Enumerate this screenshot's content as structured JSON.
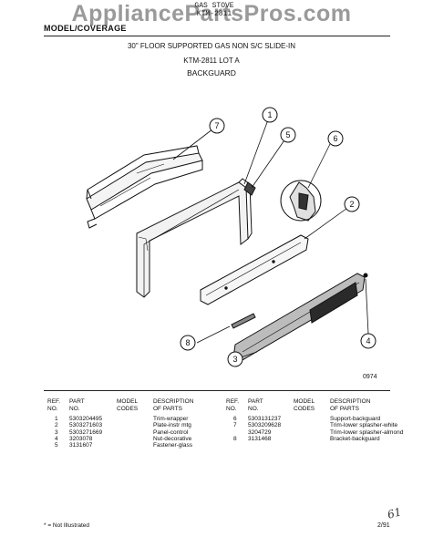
{
  "watermark": "AppliancePartsPros.com",
  "header": {
    "doc_type": "GAS STOVE",
    "model_number": "KTM-2811",
    "model_line": "MODEL/COVERAGE",
    "description": "30\" FLOOR SUPPORTED GAS NON S/C SLIDE-IN",
    "lot": "KTM-2811 LOT A",
    "section": "BACKGUARD"
  },
  "diagram": {
    "reference_code": "0974",
    "callouts": [
      "1",
      "2",
      "3",
      "4",
      "5",
      "6",
      "7",
      "8"
    ]
  },
  "table_headers": {
    "ref_no": [
      "REF.",
      "NO."
    ],
    "part_no": [
      "PART",
      "NO."
    ],
    "model_codes": [
      "MODEL",
      "CODES"
    ],
    "description": [
      "DESCRIPTION",
      "OF PARTS"
    ]
  },
  "parts_left": [
    {
      "ref": "1",
      "part": "5303204495",
      "codes": "",
      "desc": "Trim-wrapper"
    },
    {
      "ref": "2",
      "part": "5303271603",
      "codes": "",
      "desc": "Plate-instr mtg"
    },
    {
      "ref": "3",
      "part": "5303271669",
      "codes": "",
      "desc": "Panel-control"
    },
    {
      "ref": "4",
      "part": "3203078",
      "codes": "",
      "desc": "Nut-decorative"
    },
    {
      "ref": "5",
      "part": "3131607",
      "codes": "",
      "desc": "Fastener-glass"
    }
  ],
  "parts_right": [
    {
      "ref": "6",
      "part": "5303131237",
      "codes": "",
      "desc": "Support-backguard"
    },
    {
      "ref": "7",
      "part": "5303209628",
      "codes": "",
      "desc": "Trim-lower splasher-white"
    },
    {
      "ref": "",
      "part": "3204729",
      "codes": "",
      "desc": "Trim-lower splasher-almond"
    },
    {
      "ref": "8",
      "part": "3131468",
      "codes": "",
      "desc": "Bracket-backguard"
    }
  ],
  "footer": {
    "footnote": "* = Not Illustrated",
    "date": "2/91",
    "handwritten": "61"
  }
}
